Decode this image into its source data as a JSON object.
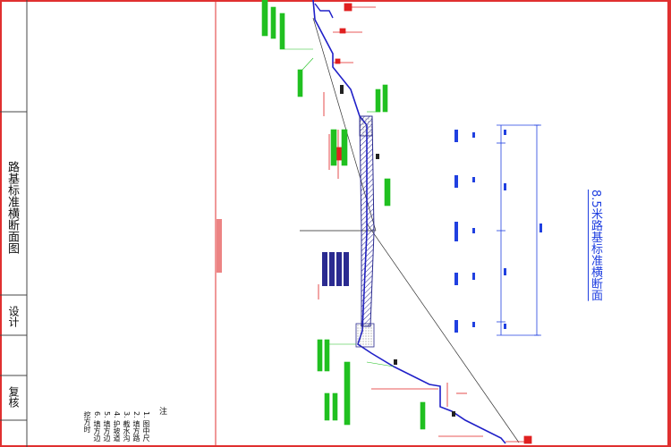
{
  "drawing": {
    "title": "路基标准横断面图",
    "section_title": "8.5米路基标准横断面",
    "design_label": "设计",
    "review_label": "复核",
    "notes_header": "注",
    "notes": [
      "1. 图中尺",
      "2. 填方路",
      "3. 截水沟",
      "4. 护坡道",
      "5. 填方边",
      "6. 填方边",
      "   挖方时"
    ]
  },
  "colors": {
    "frame": "#e03030",
    "road": "#2020c8",
    "dim_red": "#e02020",
    "annot_green": "#20c020",
    "centerline_blue": "#2040e0",
    "structure": "#2a2a90"
  },
  "icons": [
    "wall-hatch",
    "dimension-arrow",
    "centerline-tick"
  ]
}
